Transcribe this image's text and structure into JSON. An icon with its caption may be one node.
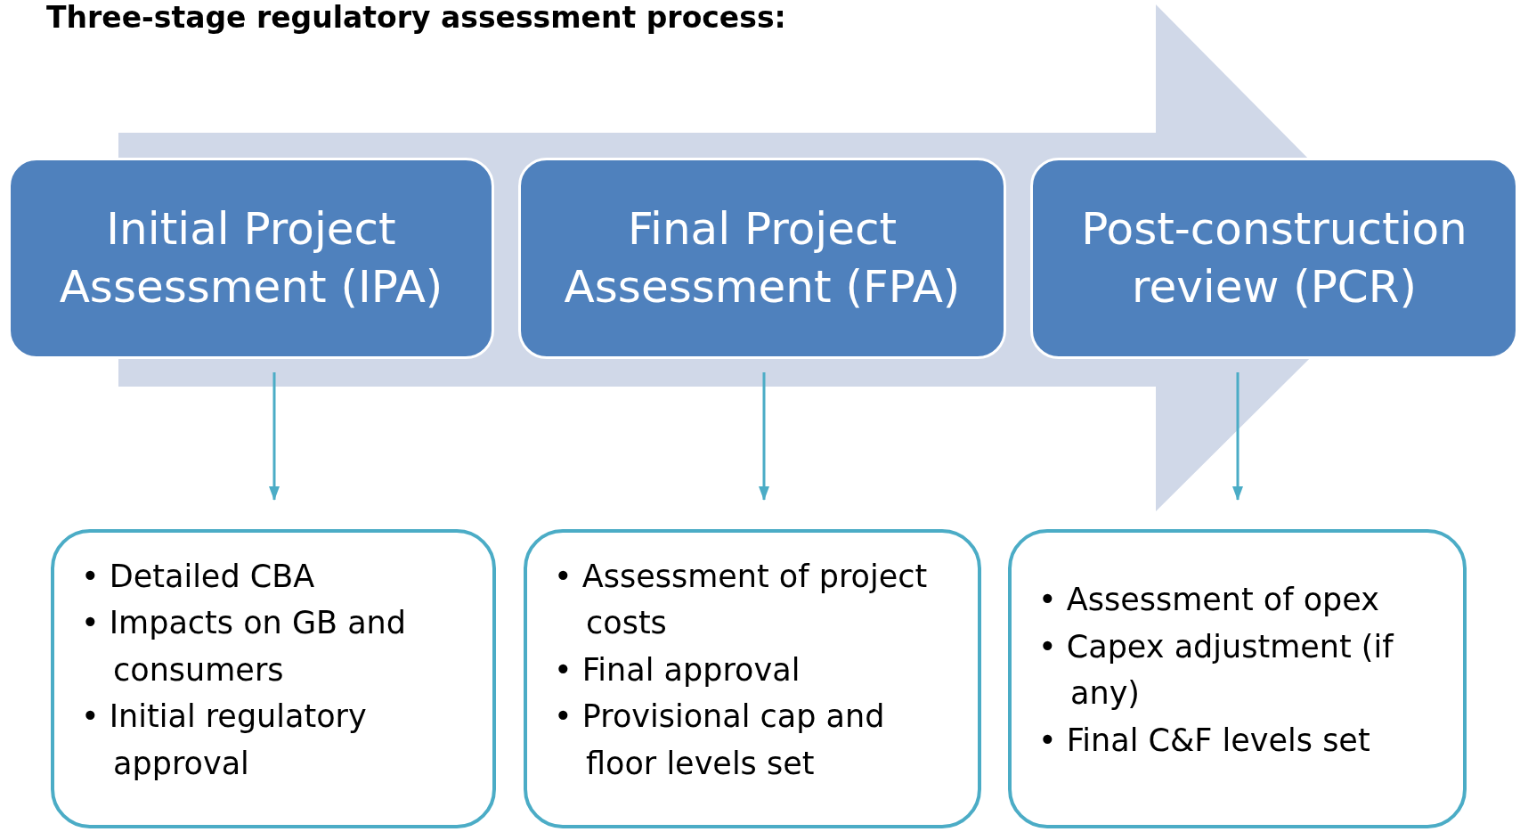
{
  "diagram": {
    "title": "Three-stage regulatory assessment process:",
    "nodes": [
      {
        "text": [
          "Initial Project Assessment (IPA)"
        ]
      },
      {
        "text": [
          "Final Project Assessment (FPA)"
        ]
      },
      {
        "text": [
          "Post-construction review (PCR)"
        ]
      },
      {
        "text": [
          "• Detailed CBA",
          "• Impacts on GB and consumers",
          "• Initial regulatory approval"
        ]
      },
      {
        "text": [
          "• Assessment of project costs",
          "• Final approval",
          "• Provisional cap and floor levels set"
        ]
      },
      {
        "text": [
          "• Assessment of opex",
          "• Capex adjustment (if any)",
          "• Final C&F levels set"
        ]
      }
    ],
    "edges": [
      {
        "from": 0,
        "to": 3,
        "arrow": "to"
      },
      {
        "from": 1,
        "to": 4,
        "arrow": "to"
      },
      {
        "from": 2,
        "to": 5,
        "arrow": "to"
      },
      {
        "from": 0,
        "to": 2,
        "arrow": "to",
        "style": "thick",
        "color": "#d0d8e8"
      }
    ]
  }
}
